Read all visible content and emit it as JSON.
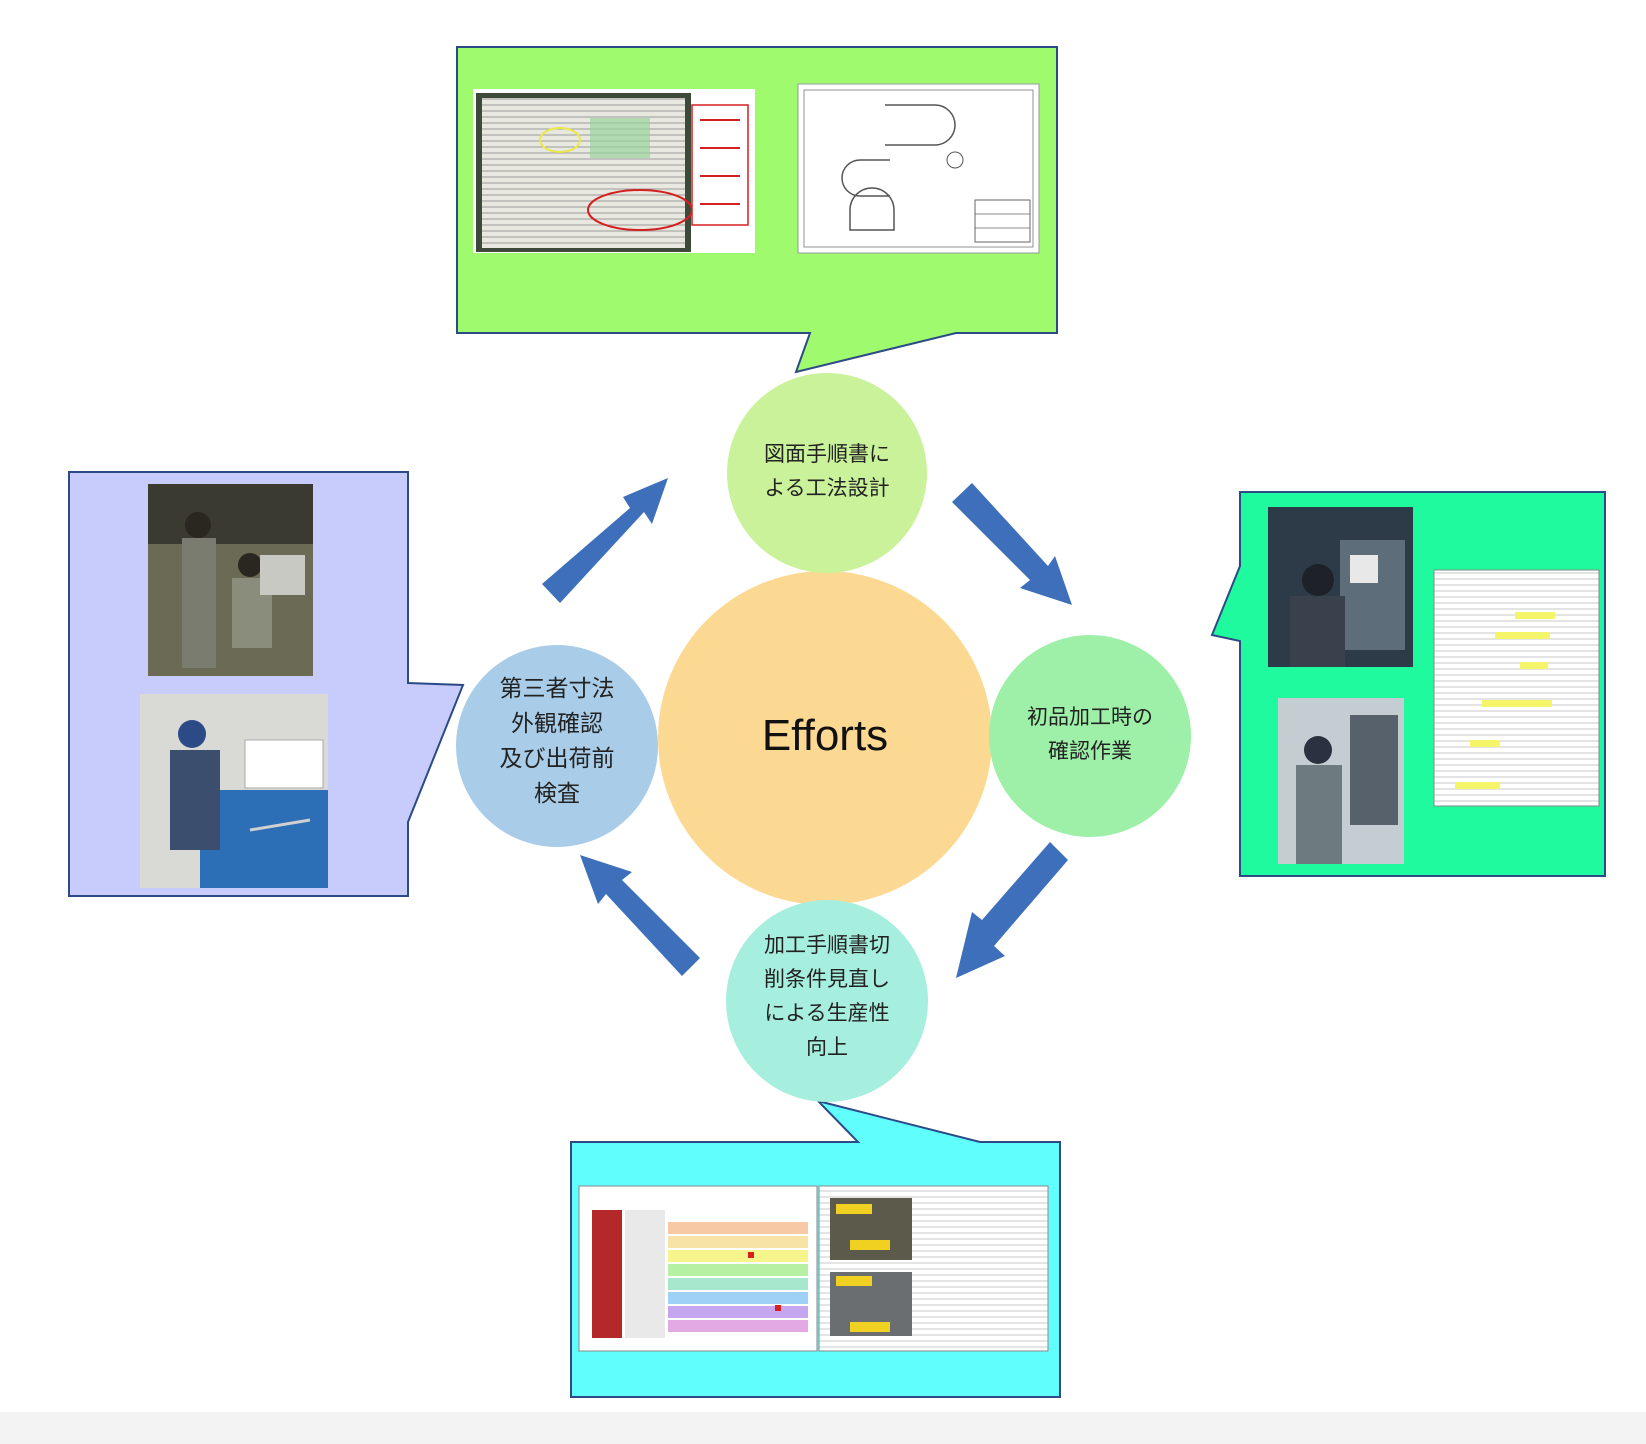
{
  "center": {
    "label": "Efforts"
  },
  "steps": [
    {
      "id": "design",
      "label": "図面手順書に\nよる工法設計",
      "color": "#c9f29a"
    },
    {
      "id": "first-article",
      "label": "初品加工時の\n確認作業",
      "color": "#9ef0a8"
    },
    {
      "id": "productivity",
      "label": "加工手順書切\n削条件見直し\nによる生産性\n向上",
      "color": "#a6eedd"
    },
    {
      "id": "inspection",
      "label": "第三者寸法\n外観確認\n及び出荷前\n検査",
      "color": "#a9cde8"
    }
  ],
  "colors": {
    "center": "#fcd992",
    "arrow": "#3d6fba",
    "callout_top": "#a0fa6e",
    "callout_right": "#1ffa9e",
    "callout_bottom": "#60fffe",
    "callout_left": "#c8ccfd",
    "callout_border": "#2c4b86"
  }
}
